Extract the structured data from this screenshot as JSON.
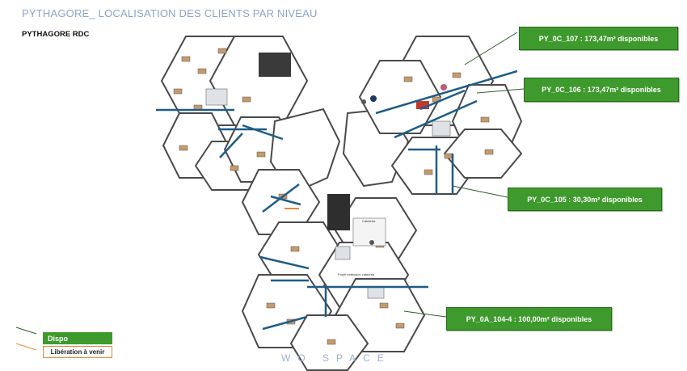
{
  "header": {
    "title": "PYTHAGORE_ LOCALISATION DES CLIENTS PAR NIVEAU",
    "subtitle": "PYTHAGORE RDC"
  },
  "callouts": [
    {
      "id": "py-0c-107",
      "text": "PY_0C_107 : 173,47m² disponibles"
    },
    {
      "id": "py-0c-106",
      "text": "PY_0C_106 : 173,47m² disponibles"
    },
    {
      "id": "py-0c-105",
      "text": "PY_0C_105 : 30,30m² disponibles"
    },
    {
      "id": "py-0a-104-4",
      "text": "PY_0A_104-4 : 100,00m² disponibles"
    }
  ],
  "legend": {
    "dispo": "Dispo",
    "liberation": "Libération à venir"
  },
  "plan_labels": {
    "cafeteria": "Cafeteria",
    "extension": "Projet extension cafeteria"
  },
  "watermark": "WO   SPACE",
  "colors": {
    "available": "#3e9a2c",
    "liberation": "#e38a3c",
    "partition": "#1f5d86",
    "title": "#8ea3c9"
  }
}
